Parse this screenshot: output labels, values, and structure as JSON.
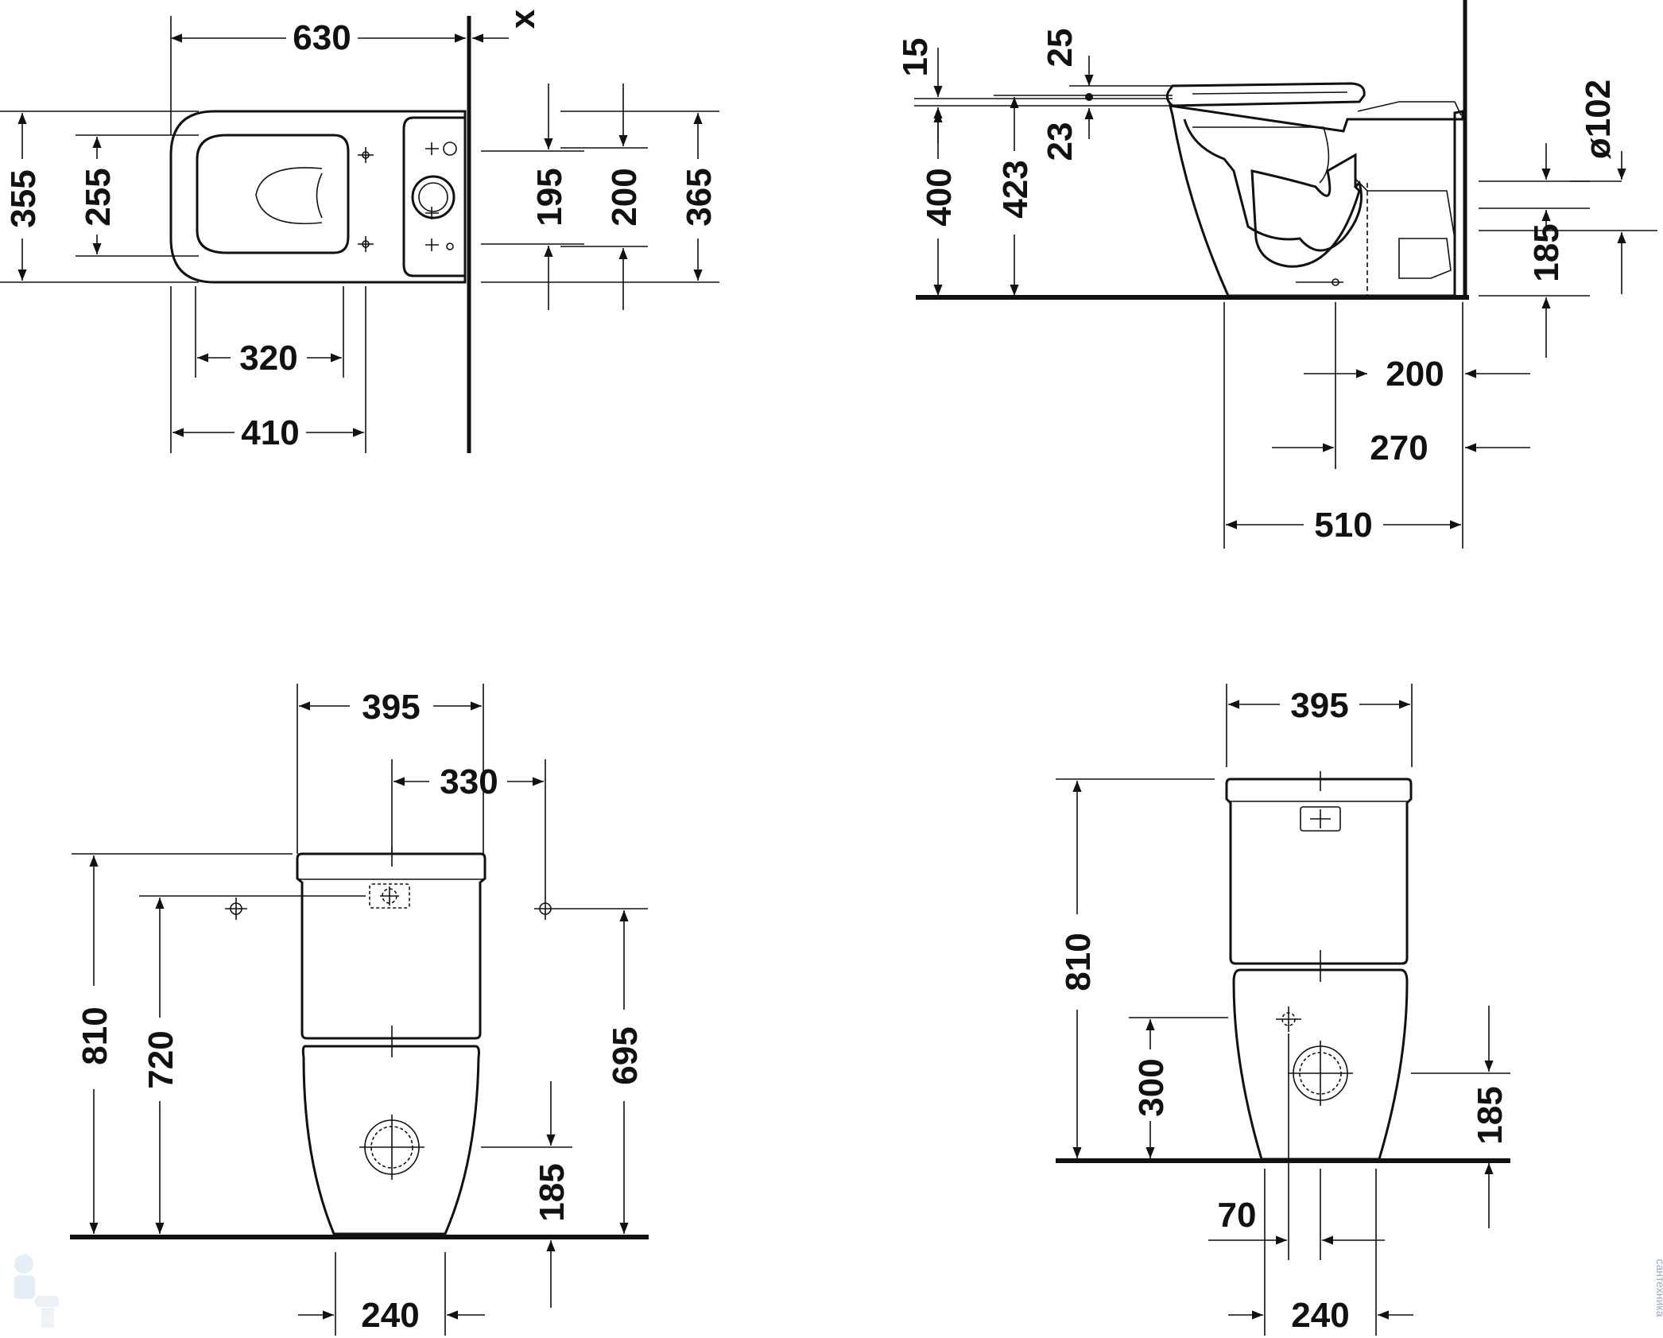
{
  "top_view": {
    "width_total": "630",
    "wall_offset": "x",
    "depth_outer": "355",
    "depth_inner": "255",
    "fix_distance_1": "195",
    "fix_distance_2": "200",
    "tank_depth": "365",
    "fix_width": "320",
    "bowl_length": "410"
  },
  "side_view": {
    "seat_thickness": "15",
    "hinge_height_upper": "25",
    "hinge_height_lower": "23",
    "bowl_height": "400",
    "seat_height": "423",
    "outlet_diameter": "ø102",
    "outlet_height": "185",
    "outlet_offset_1": "200",
    "outlet_offset_2": "270",
    "total_depth": "510"
  },
  "front_view": {
    "tank_width": "395",
    "inlet_spacing": "330",
    "total_height": "810",
    "inlet_height_left": "720",
    "inlet_height_right": "695",
    "outlet_height": "185",
    "base_width": "240"
  },
  "rear_view": {
    "tank_width": "395",
    "total_height": "810",
    "inlet_height": "300",
    "outlet_height": "185",
    "outlet_offset": "70",
    "base_width": "240"
  },
  "watermark": "сантехника"
}
